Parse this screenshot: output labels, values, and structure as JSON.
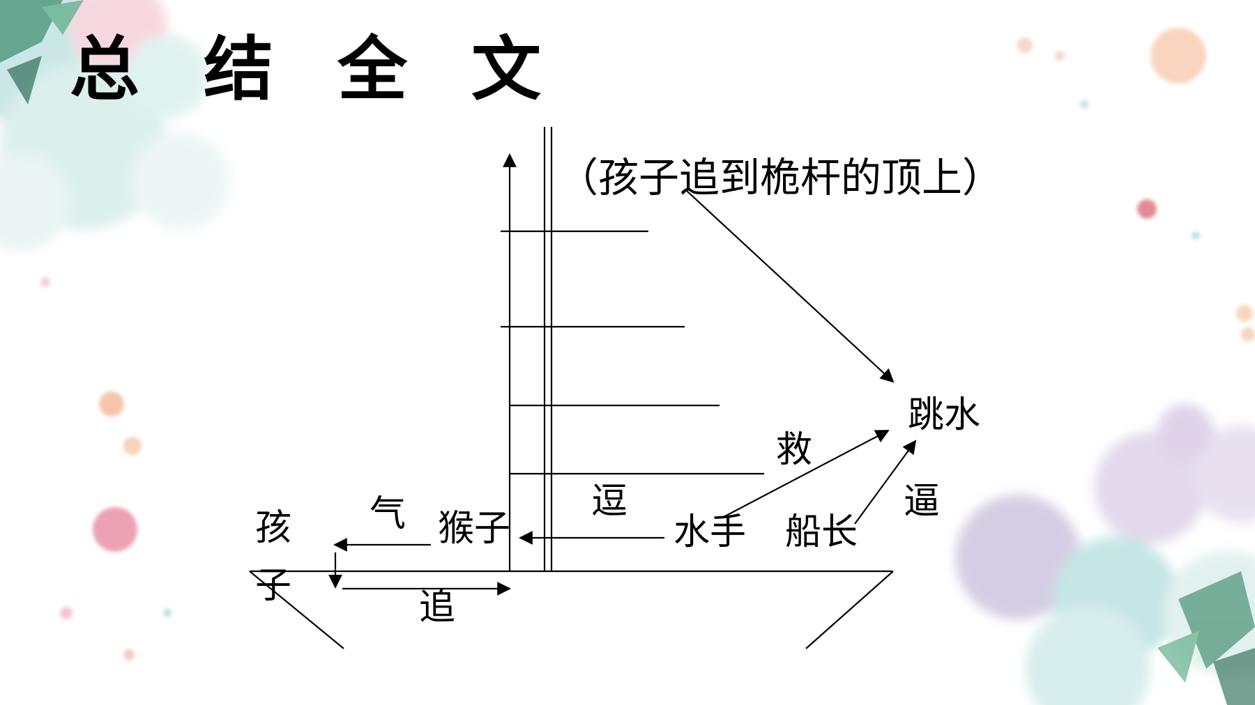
{
  "title": "总结全文",
  "note": "（孩子追到桅杆的顶上）",
  "labels": {
    "hai": "孩",
    "zi": "子",
    "qi": "气",
    "houzi": "猴子",
    "dou": "逗",
    "shuishou": "水手",
    "chuanzhang": "船长",
    "jiu": "救",
    "bi": "逼",
    "tiaoshui": "跳水",
    "zhui": "追"
  }
}
